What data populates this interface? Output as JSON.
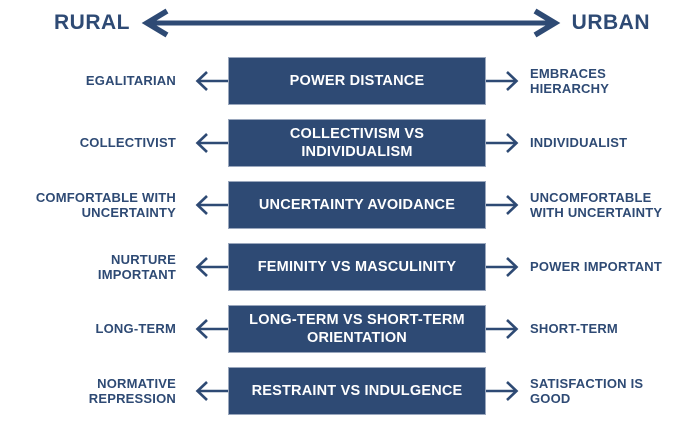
{
  "colors": {
    "navy": "#2E4A74",
    "box_text": "#FFFFFF",
    "background": "#FFFFFF"
  },
  "header": {
    "left_label": "RURAL",
    "right_label": "URBAN"
  },
  "rows": [
    {
      "left_label": "EGALITARIAN",
      "dimension": "POWER DISTANCE",
      "right_label": "EMBRACES\nHIERARCHY"
    },
    {
      "left_label": "COLLECTIVIST",
      "dimension": "COLLECTIVISM VS\nINDIVIDUALISM",
      "right_label": "INDIVIDUALIST"
    },
    {
      "left_label": "COMFORTABLE WITH\nUNCERTAINTY",
      "dimension": "UNCERTAINTY AVOIDANCE",
      "right_label": "UNCOMFORTABLE\nWITH UNCERTAINTY"
    },
    {
      "left_label": "NURTURE\nIMPORTANT",
      "dimension": "FEMINITY VS MASCULINITY",
      "right_label": "POWER IMPORTANT"
    },
    {
      "left_label": "LONG-TERM",
      "dimension": "LONG-TERM VS SHORT-TERM\nORIENTATION",
      "right_label": "SHORT-TERM"
    },
    {
      "left_label": "NORMATIVE\nREPRESSION",
      "dimension": "RESTRAINT VS INDULGENCE",
      "right_label": "SATISFACTION IS\nGOOD"
    }
  ]
}
